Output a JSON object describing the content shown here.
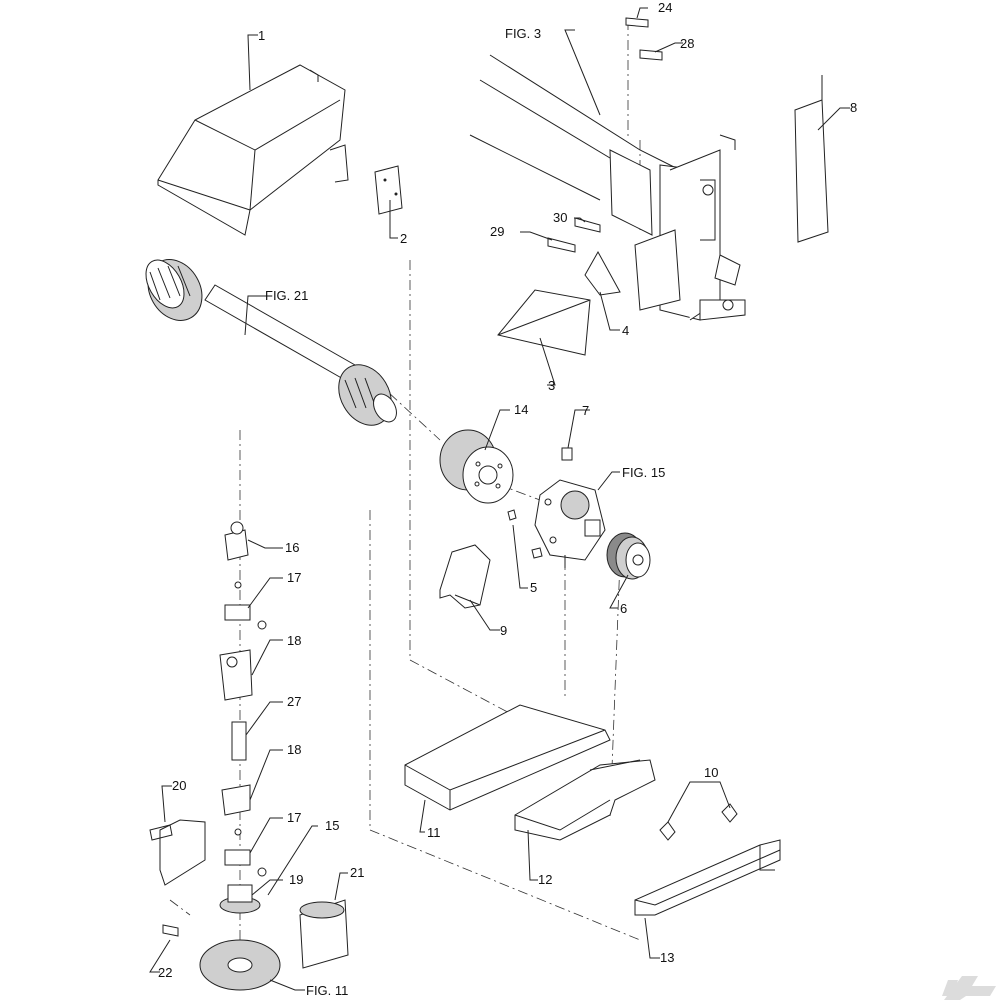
{
  "callouts": {
    "c1": "1",
    "c2": "2",
    "c3": "3",
    "c4": "4",
    "c5": "5",
    "c6": "6",
    "c7": "7",
    "c8": "8",
    "c9": "9",
    "c10": "10",
    "c11": "11",
    "c12": "12",
    "c13": "13",
    "c14": "14",
    "c15": "15",
    "c16": "16",
    "c17a": "17",
    "c17b": "17",
    "c18a": "18",
    "c18b": "18",
    "c19": "19",
    "c20": "20",
    "c21": "21",
    "c22": "22",
    "c24": "24",
    "c27": "27",
    "c28": "28",
    "c29": "29",
    "c30": "30"
  },
  "figure_refs": {
    "fig3": "FIG.  3",
    "fig21": "FIG. 21",
    "fig15": "FIG. 15",
    "fig11": "FIG.  11"
  },
  "logo": {
    "text": "K",
    "color": "#d9d9d9"
  }
}
